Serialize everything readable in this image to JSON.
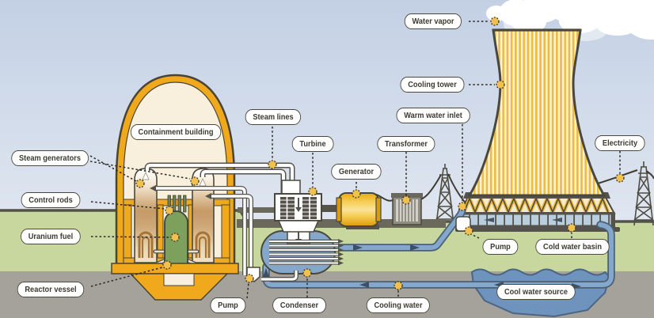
{
  "title": "Nuclear power plant cooling-loop diagram",
  "palette": {
    "label_border": "#4a483c",
    "label_text": "#3c3a30",
    "marker_fill": "#f2c04c",
    "sky_top": "#c3d0e4",
    "sky_bottom": "#ecf0f6",
    "grass": "#c8d79e",
    "underground": "#a4a29a",
    "containment_orange": "#f0a81c",
    "containment_interior": "#f8efdc",
    "reactor_green": "#7da15c",
    "cooling_water_blue": "#84a8cb",
    "water_source_blue": "#6e93bd",
    "tower_stripe_yellow": "#efbc42",
    "tower_stripe_cream": "#fdf3d6",
    "generator_yellow": "#f6cf5a",
    "outline_dark": "#4a483c"
  },
  "labels": {
    "containment_building": "Containment building",
    "steam_generators": "Steam generators",
    "control_rods": "Control rods",
    "uranium_fuel": "Uranium fuel",
    "reactor_vessel": "Reactor vessel",
    "steam_lines": "Steam lines",
    "turbine": "Turbine",
    "generator": "Generator",
    "transformer": "Transformer",
    "pump_left": "Pump",
    "condenser": "Condenser",
    "cooling_water": "Cooling water",
    "water_vapor": "Water vapor",
    "cooling_tower": "Cooling tower",
    "warm_water_inlet": "Warm water inlet",
    "electricity": "Electricity",
    "pump_right": "Pump",
    "cold_water_basin": "Cold water basin",
    "cool_water_source": "Cool water source"
  }
}
